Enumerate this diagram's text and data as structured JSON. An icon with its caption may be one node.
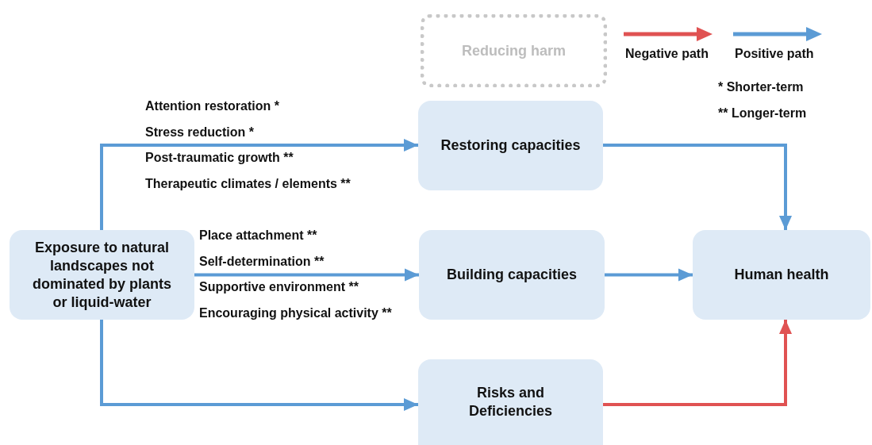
{
  "diagram": {
    "nodes": [
      {
        "text": [
          "Exposure to natural landscapes not dominated by plants or liquid-water"
        ]
      },
      {
        "text": [
          "Reducing harm"
        ]
      },
      {
        "text": [
          "Restoring capacities"
        ]
      },
      {
        "text": [
          "Building capacities"
        ]
      },
      {
        "text": [
          "Risks and Deficiencies"
        ]
      },
      {
        "text": [
          "Human health"
        ]
      }
    ],
    "edges": [
      {
        "from": 0,
        "to": 2,
        "arrow": "to"
      },
      {
        "from": 0,
        "to": 3,
        "arrow": "to"
      },
      {
        "from": 0,
        "to": 4,
        "arrow": "to"
      },
      {
        "from": 2,
        "to": 5,
        "arrow": "to"
      },
      {
        "from": 3,
        "to": 5,
        "arrow": "to"
      },
      {
        "from": 4,
        "to": 5,
        "arrow": "to",
        "color": "#e05252"
      }
    ],
    "labels": [
      "Attention restoration *",
      "Stress reduction *",
      "Post-traumatic growth **",
      "Therapeutic climates / elements **",
      "Place attachment **",
      "Self-determination **",
      "Supportive environment **",
      "Encouraging physical activity **",
      "* Shorter-term",
      "** Longer-term"
    ],
    "legend": [
      {
        "text": "Negative path"
      },
      {
        "text": "Positive path"
      }
    ]
  }
}
